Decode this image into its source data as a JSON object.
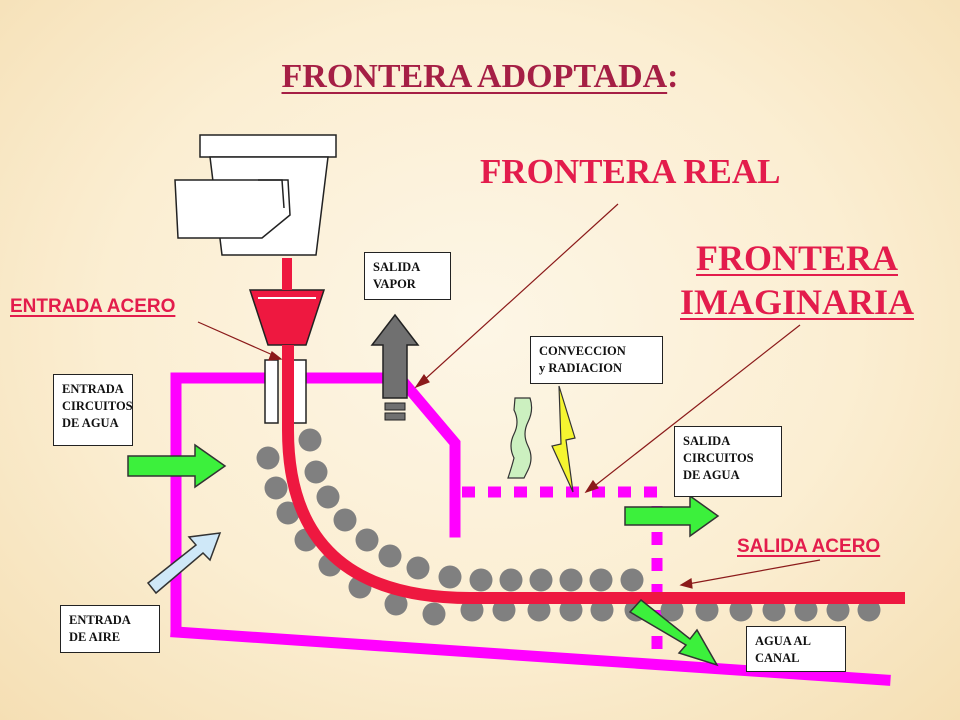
{
  "title": {
    "main": "FRONTERA ADOPTADA",
    "colon": ":"
  },
  "labels": {
    "frontera_real": "FRONTERA REAL",
    "frontera_imaginaria": [
      "FRONTERA",
      "IMAGINARIA"
    ],
    "entrada_acero": "ENTRADA  ACERO",
    "salida_acero": "SALIDA  ACERO"
  },
  "boxes": {
    "salida_vapor": [
      "SALIDA",
      "VAPOR"
    ],
    "conveccion": [
      "CONVECCION",
      "y RADIACION"
    ],
    "entrada_agua": [
      "ENTRADA",
      "CIRCUITOS",
      "DE AGUA"
    ],
    "salida_agua": [
      "SALIDA",
      "CIRCUITOS",
      "DE AGUA"
    ],
    "entrada_aire": [
      "ENTRADA",
      "DE AIRE"
    ],
    "agua_canal": [
      "AGUA AL",
      "CANAL"
    ]
  },
  "colors": {
    "boundary_real": "#ff00ff",
    "steel": "#ee1840",
    "title": "#a51f45",
    "label_red": "#e31c4c",
    "rollers": "#808080",
    "water_arrow": "#3cf03c",
    "air_arrow": "#cfe8f8",
    "vapor_arrow": "#707070"
  },
  "icons": [
    "ladle-icon",
    "tundish-icon",
    "mould-icon",
    "roller-icon",
    "water-inlet-arrow-icon",
    "water-outlet-arrow-icon",
    "drain-arrow-icon",
    "air-inlet-arrow-icon",
    "vapor-outlet-arrow-icon",
    "convection-wave-icon",
    "radiation-bolt-icon"
  ]
}
